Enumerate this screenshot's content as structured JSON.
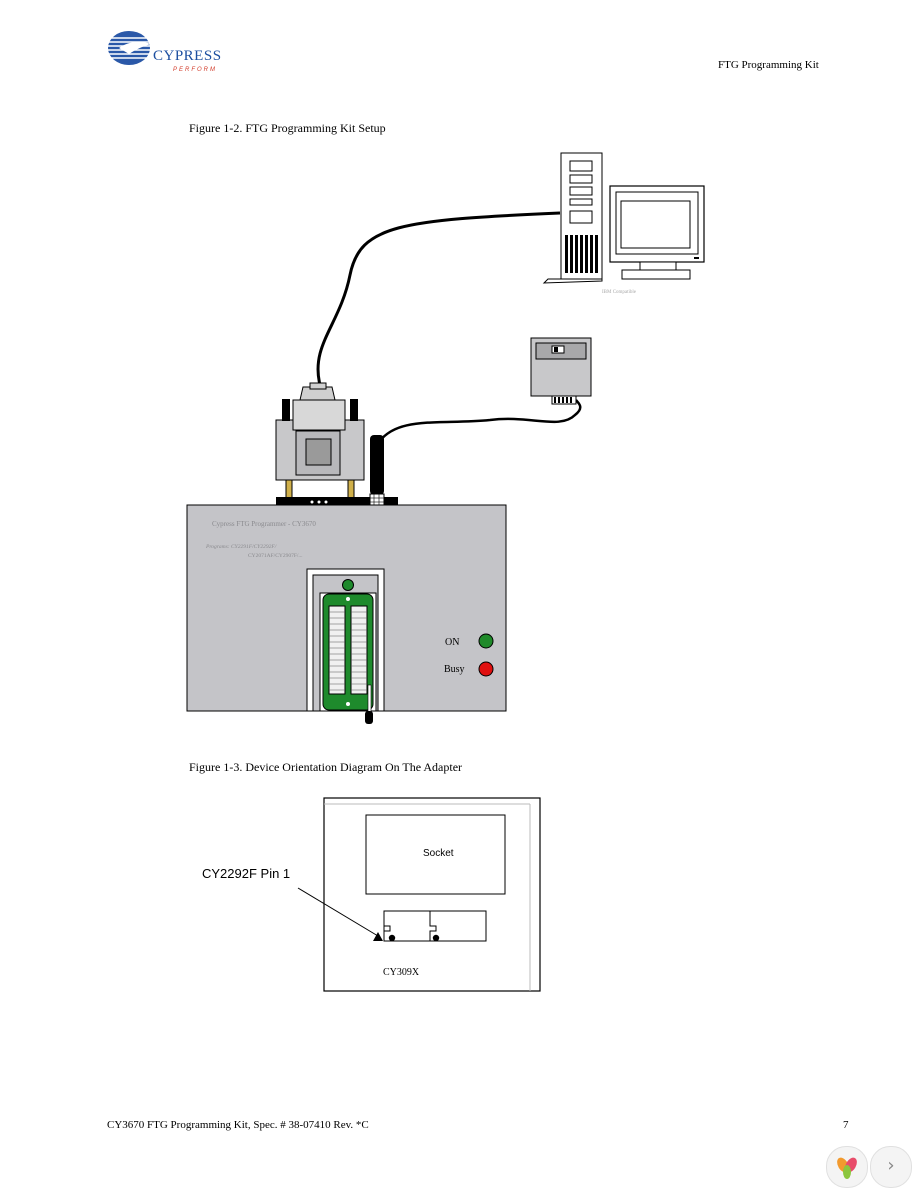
{
  "header": {
    "logo_text": "CYPRESS",
    "logo_tagline": "PERFORM",
    "doc_title": "FTG Programming Kit"
  },
  "figure_1_2": {
    "caption": "Figure 1-2.  FTG Programming Kit Setup",
    "computer_label": "IBM Compatible",
    "programmer_title": "Cypress FTG Programmer - CY3670",
    "programs_line1": "Programs: CY2291F/CY2292F/",
    "programs_line2": "CY2071AF/CY2907F/...",
    "led_on_label": "ON",
    "led_busy_label": "Busy",
    "colors": {
      "led_on": "#1f8a2a",
      "led_busy": "#e01010",
      "socket_green": "#1e8a2c",
      "box_gray": "#c4c4c8"
    }
  },
  "figure_1_3": {
    "caption": "Figure 1-3.  Device Orientation Diagram On The Adapter",
    "socket_label": "Socket",
    "pin_label": "CY2292F Pin 1",
    "adapter_label": "CY309X"
  },
  "footer": {
    "doc_ref": "CY3670 FTG Programming Kit, Spec. # 38-07410 Rev. *C",
    "page_number": "7"
  },
  "viewer": {
    "logo_icon": "flower-logo-icon",
    "next_icon": "chevron-right-icon",
    "next_glyph": "›"
  }
}
